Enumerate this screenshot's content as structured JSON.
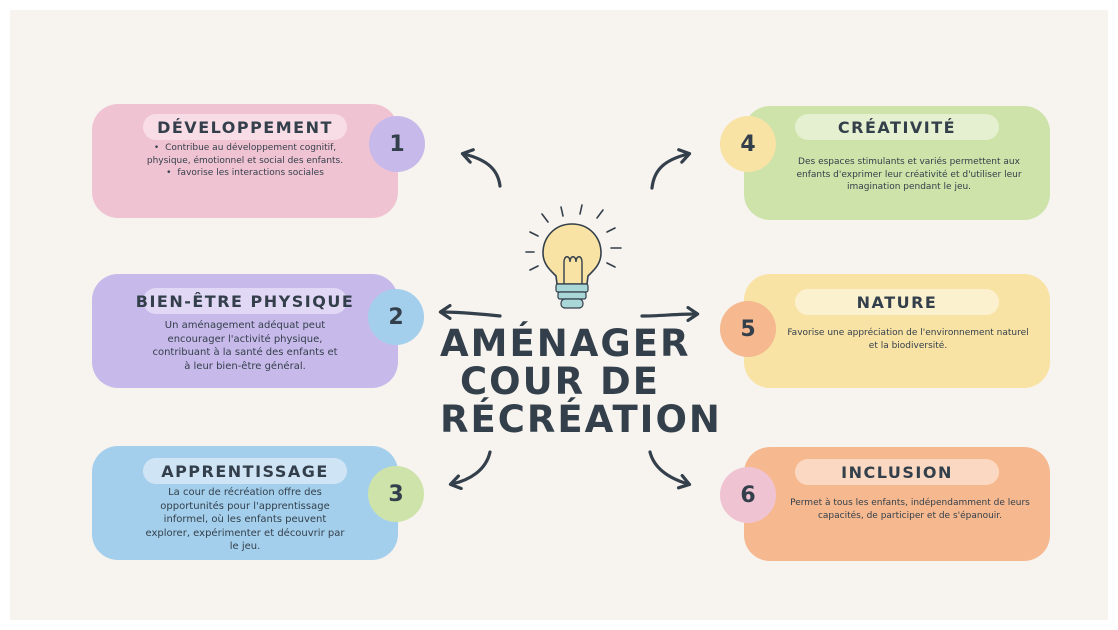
{
  "title": [
    "AMÉNAGER",
    "COUR DE",
    "RÉCRÉATION"
  ],
  "cards": [
    {
      "number": "1",
      "heading": "DÉVELOPPEMENT",
      "bullets": [
        "Contribue au développement cognitif, physique, émotionnel et social des enfants.",
        "favorise les interactions sociales"
      ]
    },
    {
      "number": "2",
      "heading": "BIEN-ÊTRE PHYSIQUE",
      "text": "Un aménagement adéquat peut encourager l'activité physique, contribuant à la santé des enfants et à leur bien-être général."
    },
    {
      "number": "3",
      "heading": "APPRENTISSAGE",
      "text": "La cour de récréation offre des opportunités pour l'apprentissage informel, où les enfants peuvent explorer, expérimenter et découvrir par le jeu."
    },
    {
      "number": "4",
      "heading": "CRÉATIVITÉ",
      "text": "Des espaces stimulants et variés permettent aux enfants d'exprimer leur créativité et d'utiliser leur imagination pendant le jeu."
    },
    {
      "number": "5",
      "heading": "NATURE",
      "text": "Favorise une appréciation de l'environnement naturel et la biodiversité."
    },
    {
      "number": "6",
      "heading": "INCLUSION",
      "text": "Permet à tous les enfants, indépendamment de leurs capacités, de participer et de s'épanouir."
    }
  ],
  "colors": {
    "background": "#f7f3ef",
    "ink": "#333f4a",
    "pink": "#f0c3d3",
    "purple": "#c7b9ea",
    "blue": "#a4cfec",
    "green": "#cde3a9",
    "yellow": "#f8e3a5",
    "orange": "#f5b88f"
  }
}
